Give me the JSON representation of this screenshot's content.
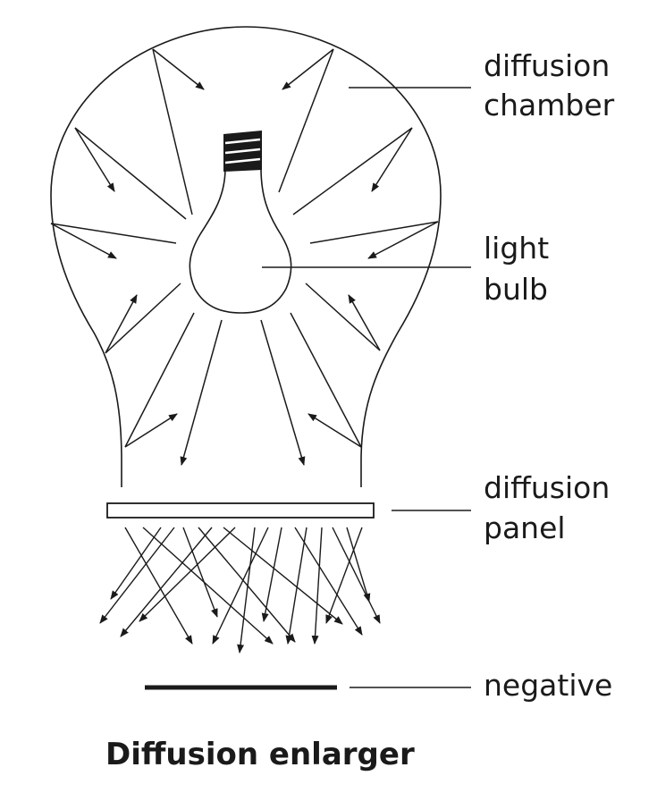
{
  "title": "Diffusion enlarger",
  "labels": {
    "diffusion_chamber": [
      "diffusion",
      "chamber"
    ],
    "light_bulb": [
      "light",
      "bulb"
    ],
    "diffusion_panel": [
      "diffusion",
      "panel"
    ],
    "negative": "negative"
  },
  "colors": {
    "ink": "#1a1a1a",
    "background": "#ffffff"
  }
}
